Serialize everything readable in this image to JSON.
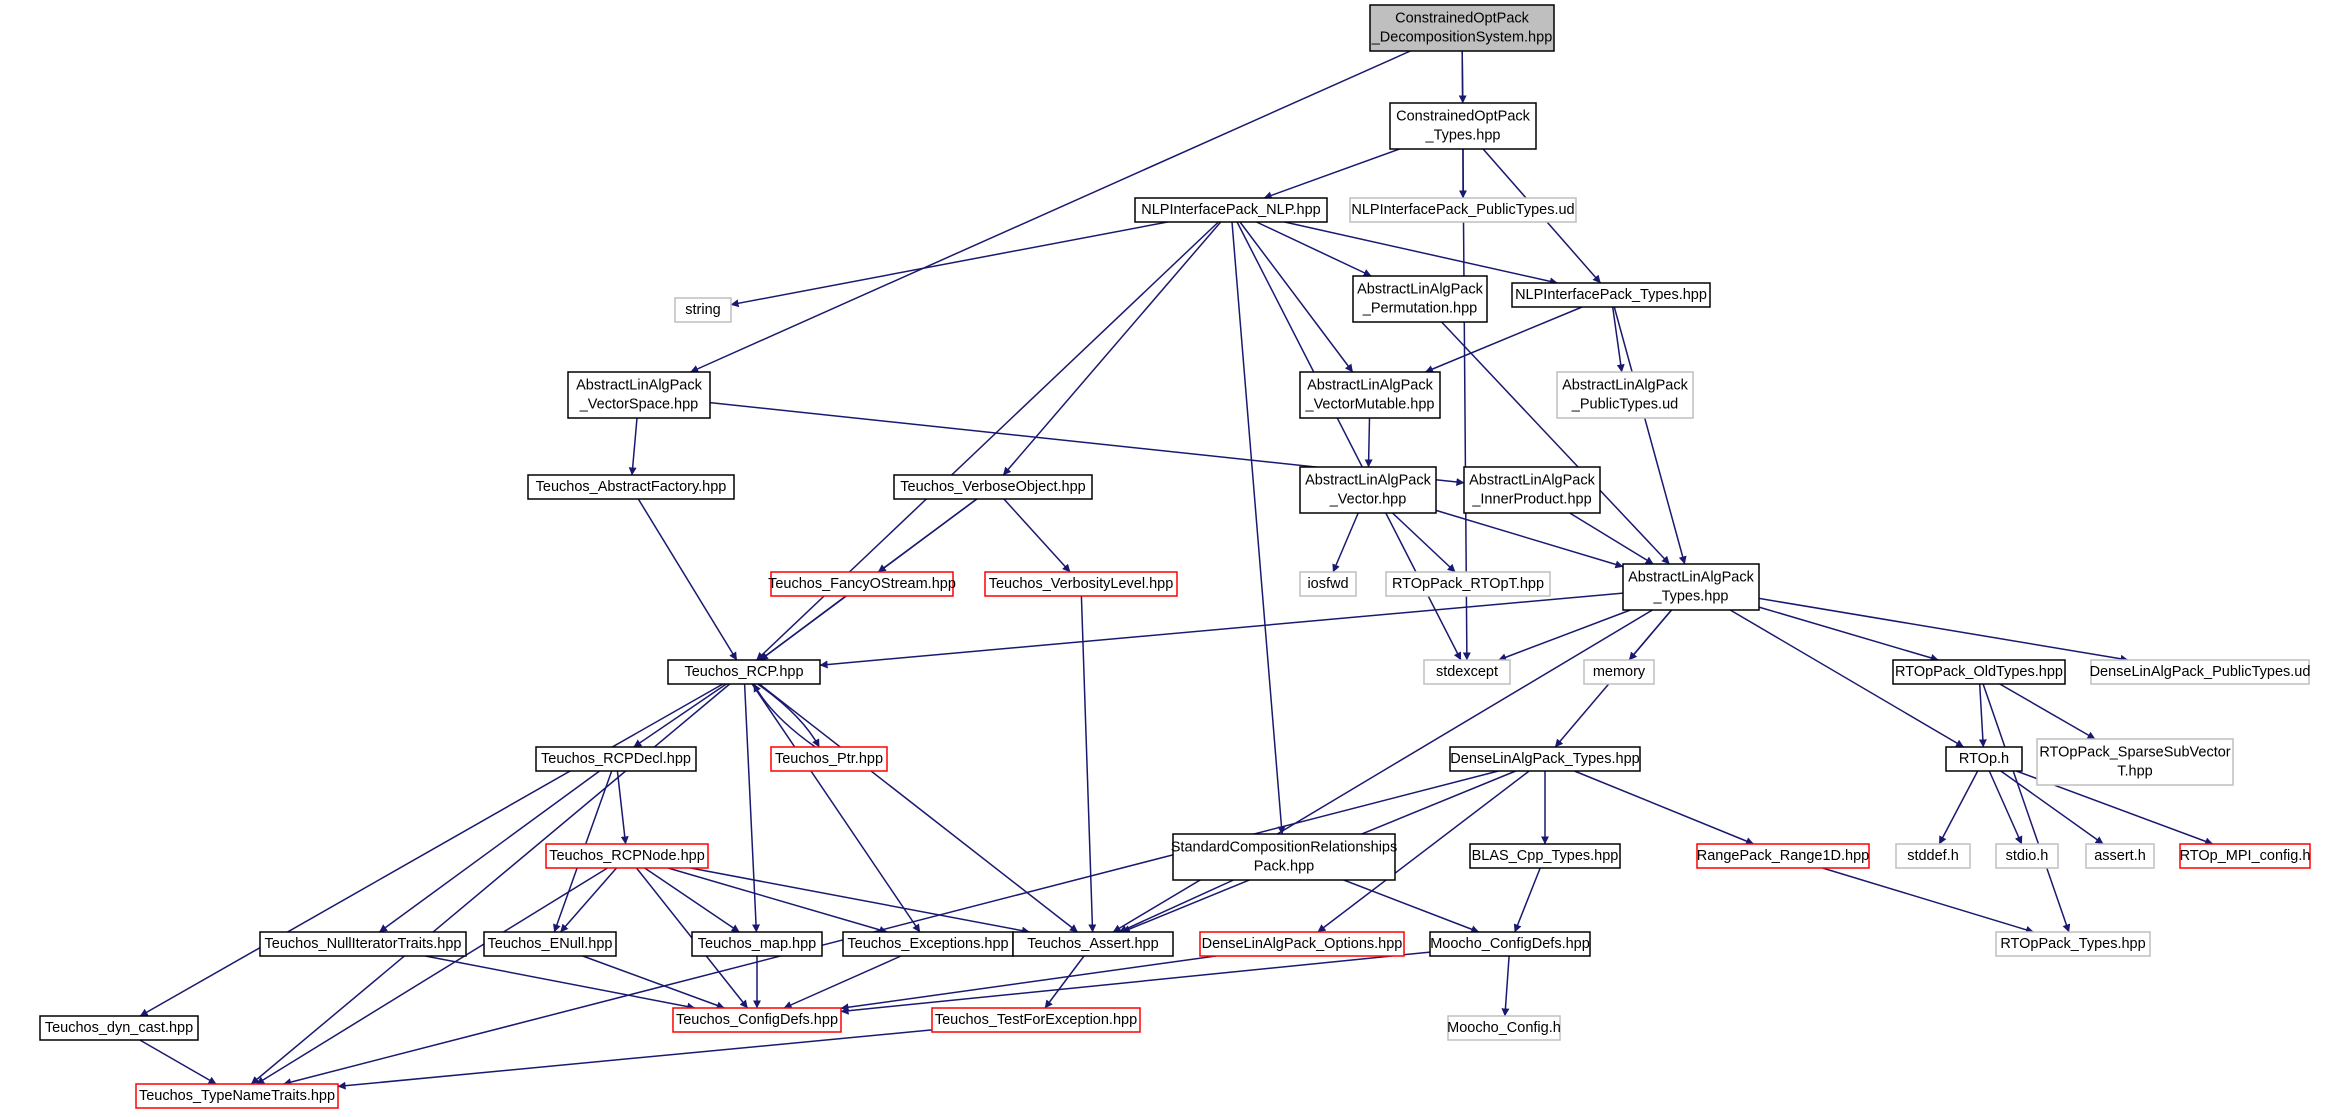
{
  "colors": {
    "edge": "#191970",
    "normal_border": "#000000",
    "truncated_border": "#ff0000",
    "external_border": "#bfbfbf",
    "root_fill": "#bfbfbf",
    "node_fill": "#ffffff"
  },
  "nodes": [
    {
      "id": "n0",
      "kind": "root",
      "lines": [
        "ConstrainedOptPack",
        "_DecompositionSystem.hpp"
      ]
    },
    {
      "id": "n1",
      "kind": "normal",
      "lines": [
        "ConstrainedOptPack",
        "_Types.hpp"
      ]
    },
    {
      "id": "n2",
      "kind": "normal",
      "lines": [
        "NLPInterfacePack_NLP.hpp"
      ]
    },
    {
      "id": "n3",
      "kind": "external",
      "lines": [
        "NLPInterfacePack_PublicTypes.ud"
      ]
    },
    {
      "id": "n4",
      "kind": "external",
      "lines": [
        "string"
      ]
    },
    {
      "id": "n5",
      "kind": "normal",
      "lines": [
        "AbstractLinAlgPack",
        "_Permutation.hpp"
      ]
    },
    {
      "id": "n6",
      "kind": "normal",
      "lines": [
        "NLPInterfacePack_Types.hpp"
      ]
    },
    {
      "id": "n7",
      "kind": "normal",
      "lines": [
        "AbstractLinAlgPack",
        "_VectorSpace.hpp"
      ]
    },
    {
      "id": "n8",
      "kind": "normal",
      "lines": [
        "AbstractLinAlgPack",
        "_VectorMutable.hpp"
      ]
    },
    {
      "id": "n9",
      "kind": "external",
      "lines": [
        "AbstractLinAlgPack",
        "_PublicTypes.ud"
      ]
    },
    {
      "id": "n10",
      "kind": "normal",
      "lines": [
        "Teuchos_AbstractFactory.hpp"
      ]
    },
    {
      "id": "n11",
      "kind": "normal",
      "lines": [
        "Teuchos_VerboseObject.hpp"
      ]
    },
    {
      "id": "n12",
      "kind": "normal",
      "lines": [
        "AbstractLinAlgPack",
        "_Vector.hpp"
      ]
    },
    {
      "id": "n13",
      "kind": "normal",
      "lines": [
        "AbstractLinAlgPack",
        "_InnerProduct.hpp"
      ]
    },
    {
      "id": "n14",
      "kind": "truncated",
      "lines": [
        "Teuchos_FancyOStream.hpp"
      ]
    },
    {
      "id": "n15",
      "kind": "truncated",
      "lines": [
        "Teuchos_VerbosityLevel.hpp"
      ]
    },
    {
      "id": "n16",
      "kind": "external",
      "lines": [
        "iosfwd"
      ]
    },
    {
      "id": "n17",
      "kind": "external",
      "lines": [
        "RTOpPack_RTOpT.hpp"
      ]
    },
    {
      "id": "n18",
      "kind": "normal",
      "lines": [
        "AbstractLinAlgPack",
        "_Types.hpp"
      ]
    },
    {
      "id": "n19",
      "kind": "normal",
      "lines": [
        "Teuchos_RCP.hpp"
      ]
    },
    {
      "id": "n20",
      "kind": "external",
      "lines": [
        "stdexcept"
      ]
    },
    {
      "id": "n21",
      "kind": "external",
      "lines": [
        "memory"
      ]
    },
    {
      "id": "n22",
      "kind": "normal",
      "lines": [
        "RTOpPack_OldTypes.hpp"
      ]
    },
    {
      "id": "n23",
      "kind": "external",
      "lines": [
        "DenseLinAlgPack_PublicTypes.ud"
      ]
    },
    {
      "id": "n24",
      "kind": "normal",
      "lines": [
        "Teuchos_RCPDecl.hpp"
      ]
    },
    {
      "id": "n25",
      "kind": "truncated",
      "lines": [
        "Teuchos_Ptr.hpp"
      ]
    },
    {
      "id": "n26",
      "kind": "normal",
      "lines": [
        "DenseLinAlgPack_Types.hpp"
      ]
    },
    {
      "id": "n27",
      "kind": "normal",
      "lines": [
        "RTOp.h"
      ]
    },
    {
      "id": "n28",
      "kind": "external",
      "lines": [
        "RTOpPack_SparseSubVector",
        "T.hpp"
      ]
    },
    {
      "id": "n29",
      "kind": "normal",
      "lines": [
        "StandardCompositionRelationships",
        "Pack.hpp"
      ]
    },
    {
      "id": "n30",
      "kind": "truncated",
      "lines": [
        "Teuchos_RCPNode.hpp"
      ]
    },
    {
      "id": "n31",
      "kind": "normal",
      "lines": [
        "BLAS_Cpp_Types.hpp"
      ]
    },
    {
      "id": "n32",
      "kind": "truncated",
      "lines": [
        "RangePack_Range1D.hpp"
      ]
    },
    {
      "id": "n33",
      "kind": "external",
      "lines": [
        "stddef.h"
      ]
    },
    {
      "id": "n34",
      "kind": "external",
      "lines": [
        "stdio.h"
      ]
    },
    {
      "id": "n35",
      "kind": "external",
      "lines": [
        "assert.h"
      ]
    },
    {
      "id": "n36",
      "kind": "truncated",
      "lines": [
        "RTOp_MPI_config.h"
      ]
    },
    {
      "id": "n37",
      "kind": "normal",
      "lines": [
        "Teuchos_NullIteratorTraits.hpp"
      ]
    },
    {
      "id": "n38",
      "kind": "normal",
      "lines": [
        "Teuchos_ENull.hpp"
      ]
    },
    {
      "id": "n39",
      "kind": "normal",
      "lines": [
        "Teuchos_map.hpp"
      ]
    },
    {
      "id": "n40",
      "kind": "normal",
      "lines": [
        "Teuchos_Exceptions.hpp"
      ]
    },
    {
      "id": "n41",
      "kind": "normal",
      "lines": [
        "Teuchos_Assert.hpp"
      ]
    },
    {
      "id": "n42",
      "kind": "truncated",
      "lines": [
        "DenseLinAlgPack_Options.hpp"
      ]
    },
    {
      "id": "n43",
      "kind": "normal",
      "lines": [
        "Moocho_ConfigDefs.hpp"
      ]
    },
    {
      "id": "n44",
      "kind": "external",
      "lines": [
        "RTOpPack_Types.hpp"
      ]
    },
    {
      "id": "n45",
      "kind": "normal",
      "lines": [
        "Teuchos_dyn_cast.hpp"
      ]
    },
    {
      "id": "n46",
      "kind": "truncated",
      "lines": [
        "Teuchos_ConfigDefs.hpp"
      ]
    },
    {
      "id": "n47",
      "kind": "truncated",
      "lines": [
        "Teuchos_TestForException.hpp"
      ]
    },
    {
      "id": "n48",
      "kind": "external",
      "lines": [
        "Moocho_Config.h"
      ]
    },
    {
      "id": "n49",
      "kind": "truncated",
      "lines": [
        "Teuchos_TypeNameTraits.hpp"
      ]
    }
  ],
  "edges": [
    [
      "n0",
      "n1"
    ],
    [
      "n0",
      "n7"
    ],
    [
      "n0",
      "n20"
    ],
    [
      "n1",
      "n2"
    ],
    [
      "n1",
      "n3"
    ],
    [
      "n1",
      "n6"
    ],
    [
      "n2",
      "n4"
    ],
    [
      "n2",
      "n5"
    ],
    [
      "n2",
      "n6"
    ],
    [
      "n2",
      "n8"
    ],
    [
      "n2",
      "n11"
    ],
    [
      "n2",
      "n19"
    ],
    [
      "n2",
      "n20"
    ],
    [
      "n2",
      "n29"
    ],
    [
      "n5",
      "n18"
    ],
    [
      "n6",
      "n8"
    ],
    [
      "n6",
      "n9"
    ],
    [
      "n6",
      "n18"
    ],
    [
      "n7",
      "n10"
    ],
    [
      "n7",
      "n13"
    ],
    [
      "n8",
      "n12"
    ],
    [
      "n10",
      "n19"
    ],
    [
      "n11",
      "n14"
    ],
    [
      "n11",
      "n15"
    ],
    [
      "n11",
      "n19"
    ],
    [
      "n12",
      "n16"
    ],
    [
      "n12",
      "n17"
    ],
    [
      "n12",
      "n18"
    ],
    [
      "n13",
      "n18"
    ],
    [
      "n14",
      "n19"
    ],
    [
      "n15",
      "n41"
    ],
    [
      "n18",
      "n19"
    ],
    [
      "n18",
      "n20"
    ],
    [
      "n18",
      "n21"
    ],
    [
      "n18",
      "n22"
    ],
    [
      "n18",
      "n23"
    ],
    [
      "n18",
      "n26"
    ],
    [
      "n18",
      "n27"
    ],
    [
      "n18",
      "n41"
    ],
    [
      "n19",
      "n24"
    ],
    [
      "n19",
      "n25"
    ],
    [
      "n19",
      "n39"
    ],
    [
      "n19",
      "n40"
    ],
    [
      "n19",
      "n41"
    ],
    [
      "n19",
      "n45"
    ],
    [
      "n19",
      "n49"
    ],
    [
      "n25",
      "n19"
    ],
    [
      "n22",
      "n27"
    ],
    [
      "n22",
      "n28"
    ],
    [
      "n22",
      "n44"
    ],
    [
      "n24",
      "n30"
    ],
    [
      "n24",
      "n37"
    ],
    [
      "n24",
      "n38"
    ],
    [
      "n26",
      "n31"
    ],
    [
      "n26",
      "n32"
    ],
    [
      "n26",
      "n41"
    ],
    [
      "n26",
      "n42"
    ],
    [
      "n26",
      "n49"
    ],
    [
      "n27",
      "n33"
    ],
    [
      "n27",
      "n34"
    ],
    [
      "n27",
      "n35"
    ],
    [
      "n27",
      "n36"
    ],
    [
      "n29",
      "n41"
    ],
    [
      "n29",
      "n43"
    ],
    [
      "n30",
      "n38"
    ],
    [
      "n30",
      "n39"
    ],
    [
      "n30",
      "n40"
    ],
    [
      "n30",
      "n41"
    ],
    [
      "n30",
      "n46"
    ],
    [
      "n30",
      "n49"
    ],
    [
      "n31",
      "n43"
    ],
    [
      "n32",
      "n44"
    ],
    [
      "n37",
      "n46"
    ],
    [
      "n38",
      "n46"
    ],
    [
      "n39",
      "n46"
    ],
    [
      "n40",
      "n46"
    ],
    [
      "n41",
      "n47"
    ],
    [
      "n42",
      "n46"
    ],
    [
      "n43",
      "n46"
    ],
    [
      "n43",
      "n48"
    ],
    [
      "n45",
      "n49"
    ],
    [
      "n47",
      "n49"
    ]
  ]
}
